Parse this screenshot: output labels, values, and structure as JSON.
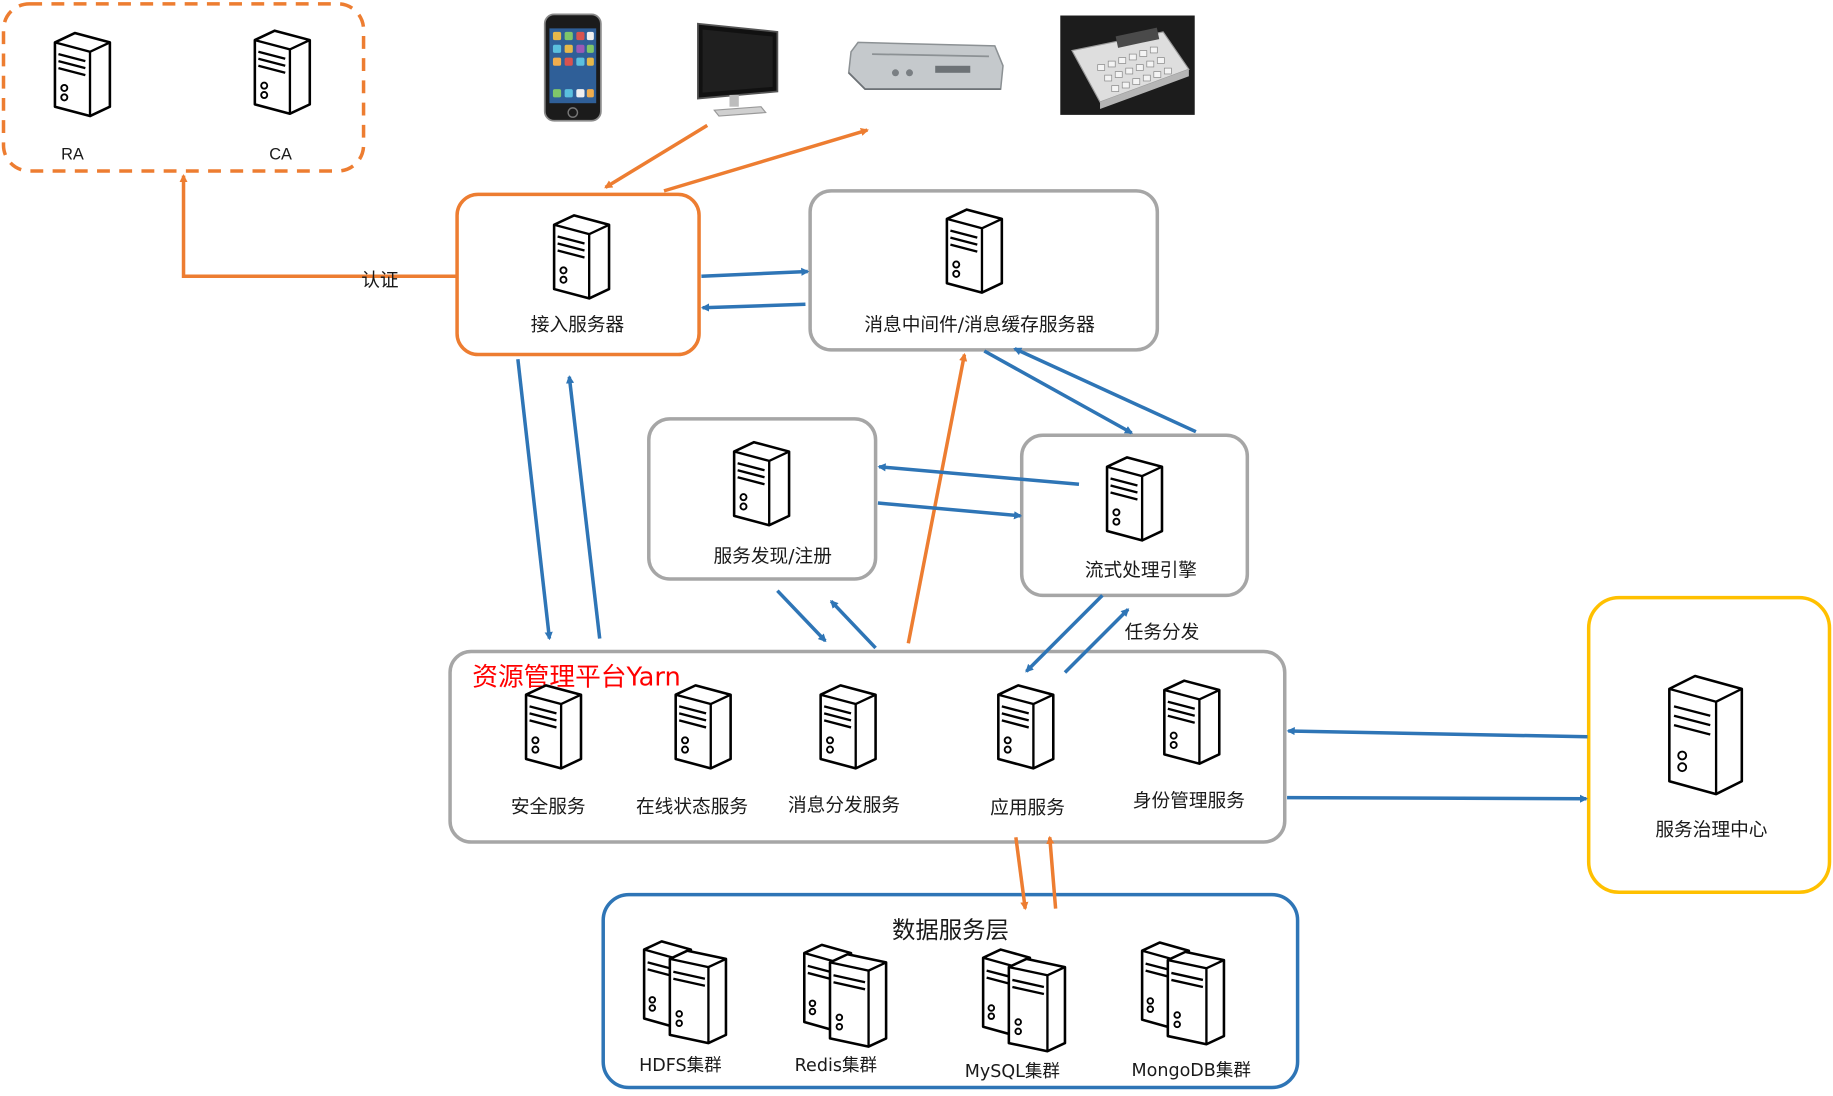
{
  "colors": {
    "orange": "#ED7D31",
    "blue": "#2E75B6",
    "gray": "#A6A6A6",
    "yellow": "#FFC000",
    "data_layer_border": "#2E75B6",
    "yarn_title": "#FF0000"
  },
  "ca_group": {
    "ra_label": "RA",
    "ca_label": "CA"
  },
  "clients": {
    "phone_icon": "smartphone-icon",
    "monitor_icon": "monitor-icon",
    "settop_icon": "set-top-box-icon",
    "terminal_icon": "pos-terminal-icon"
  },
  "access_server": {
    "label": "接入服务器"
  },
  "auth_label": "认证",
  "mq_server": {
    "label": "消息中间件/消息缓存服务器"
  },
  "discovery": {
    "label": "服务发现/注册"
  },
  "stream": {
    "label": "流式处理引擎"
  },
  "task_label": "任务分发",
  "yarn": {
    "title": "资源管理平台Yarn",
    "services": [
      "安全服务",
      "在线状态服务",
      "消息分发服务",
      "应用服务",
      "身份管理服务"
    ]
  },
  "governance": {
    "label": "服务治理中心"
  },
  "data_layer": {
    "title": "数据服务层",
    "clusters": [
      "HDFS集群",
      "Redis集群",
      "MySQL集群",
      "MongoDB集群"
    ]
  }
}
